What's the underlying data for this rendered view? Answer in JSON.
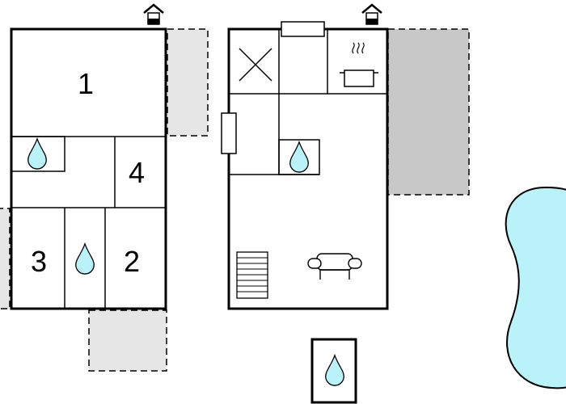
{
  "floor_1": {
    "rooms": [
      {
        "label": "1"
      },
      {
        "label": "4"
      },
      {
        "label": "3"
      },
      {
        "label": "2"
      }
    ]
  },
  "floor_2": {
    "icons": [
      "stove-icon",
      "stair-icon",
      "sofa-icon",
      "bathroom-drop-icon",
      "fireplace-x-icon",
      "window-icon"
    ]
  },
  "colors": {
    "terrace_light": "#e6e6e6",
    "terrace_dark": "#c8c8c8",
    "pool": "#b9f2f8",
    "water_drop": "#b9f2f8"
  }
}
